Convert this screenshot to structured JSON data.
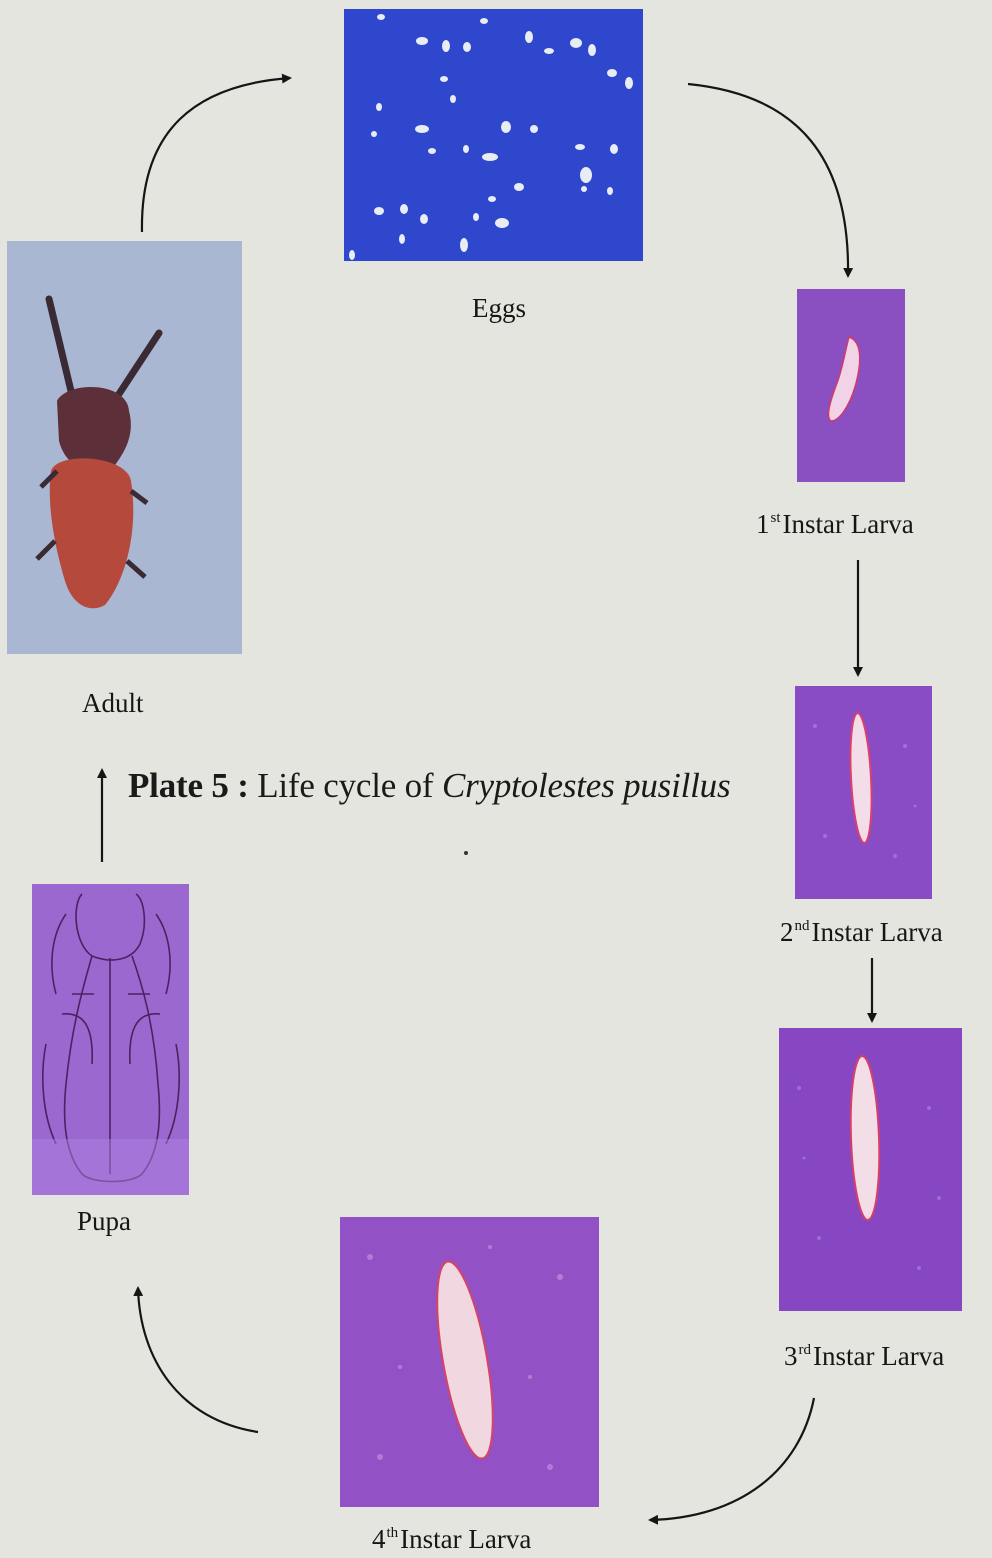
{
  "caption": {
    "plate": "Plate 5 :",
    "text": " Life cycle of ",
    "species": "Cryptolestes pusillus"
  },
  "stages": {
    "eggs": {
      "label": "Eggs"
    },
    "instar1": {
      "num": "1",
      "sup": "st",
      "label": "Instar Larva"
    },
    "instar2": {
      "num": "2",
      "sup": "nd",
      "label": "Instar Larva"
    },
    "instar3": {
      "num": "3",
      "sup": "rd",
      "label": "Instar Larva"
    },
    "instar4": {
      "num": "4",
      "sup": "th",
      "label": "Instar Larva"
    },
    "pupa": {
      "label": "Pupa"
    },
    "adult": {
      "label": "Adult"
    }
  },
  "colors": {
    "background": "#e4e5df",
    "eggs_bg": "#2f47cc",
    "larva_bg": "#8a4fc0",
    "adult_bg": "#a9b7d3",
    "arrow": "#151515"
  }
}
